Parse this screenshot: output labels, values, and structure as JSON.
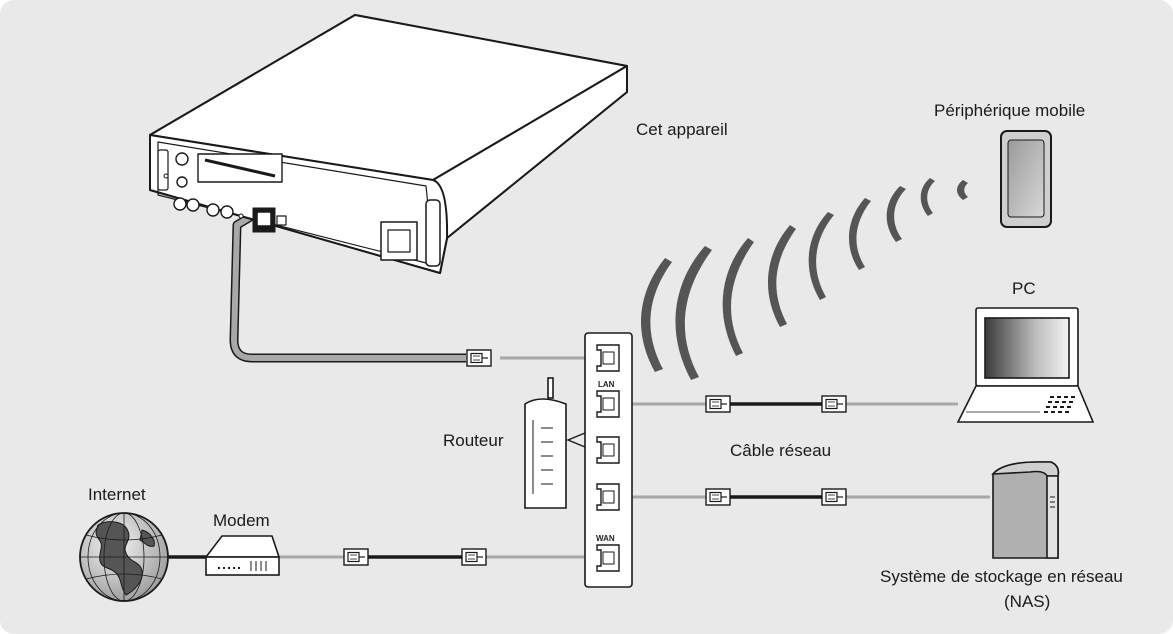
{
  "labels": {
    "device": "Cet appareil",
    "mobile": "Périphérique mobile",
    "pc": "PC",
    "router": "Routeur",
    "cable": "Câble réseau",
    "internet": "Internet",
    "modem": "Modem",
    "nas_line1": "Système de stockage en réseau",
    "nas_line2": "(NAS)",
    "port_lan": "LAN",
    "port_wan": "WAN"
  },
  "colors": {
    "background": "#e9e9e9",
    "cable_gray": "#a8a8a8",
    "cable_black": "#1a1a1a"
  },
  "icons": [
    "device-icon",
    "router-icon",
    "router-panel-icon",
    "mobile-icon",
    "pc-icon",
    "nas-icon",
    "globe-icon",
    "modem-icon",
    "connector-icon",
    "wifi-icon"
  ]
}
